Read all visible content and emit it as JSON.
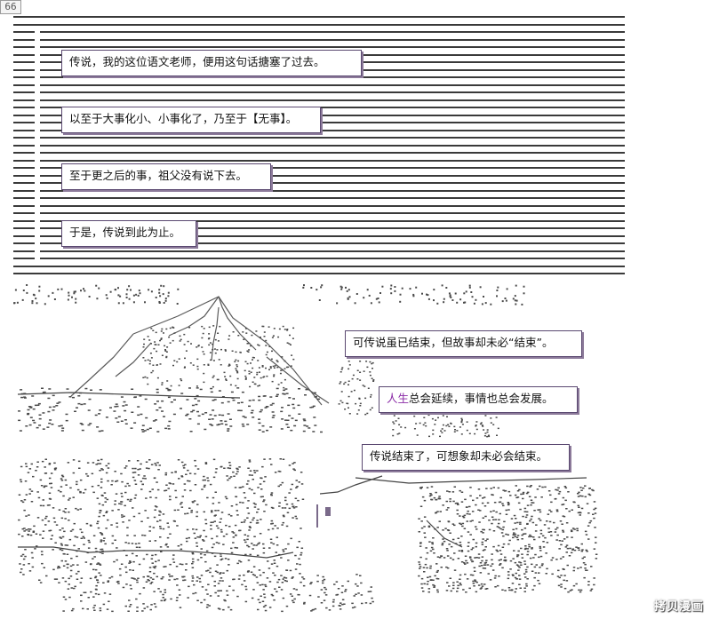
{
  "page_number": "66",
  "captions_top": [
    {
      "id": "caption-1",
      "text": "传说，我的这位语文老师，便用这句话搪塞了过去。"
    },
    {
      "id": "caption-2",
      "text": "以至于大事化小、小事化了，乃至于【无事】。"
    },
    {
      "id": "caption-3",
      "text": "至于更之后的事，祖父没有说下去。"
    },
    {
      "id": "caption-4",
      "text": "于是，传说到此为止。"
    }
  ],
  "captions_bottom": [
    {
      "id": "caption-5",
      "text": "可传说虽已结束，但故事却未必“结束”。"
    },
    {
      "id": "caption-6",
      "text": "人生总会延续，事情也总会发展。"
    },
    {
      "id": "caption-7",
      "text": "传说结束了，可想象却未必会结束。"
    }
  ],
  "watermark": "拷贝漫画",
  "colors": {
    "frame": "#5a4870",
    "accent": "#8a2aa6",
    "bars": "#3a3a3a",
    "art": "#555555"
  }
}
